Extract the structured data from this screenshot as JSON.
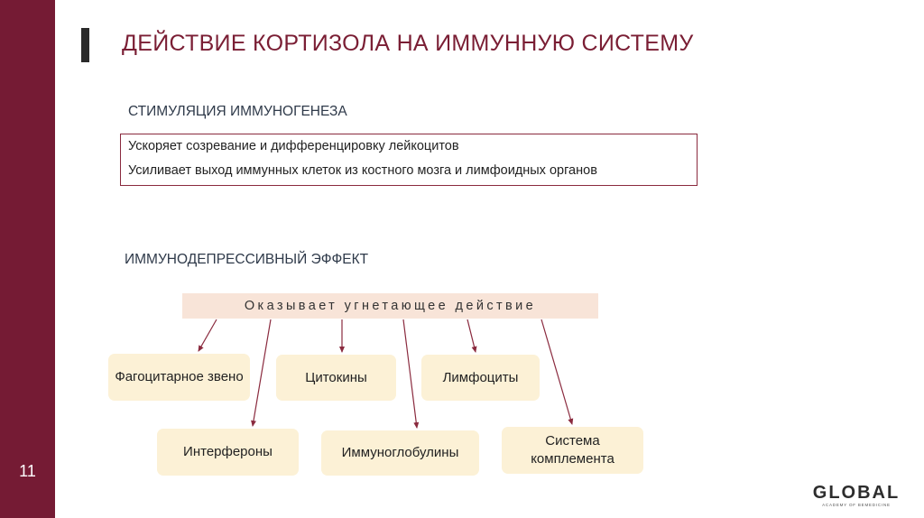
{
  "slide": {
    "title": "ДЕЙСТВИЕ КОРТИЗОЛА НА ИММУННУЮ СИСТЕМУ",
    "number": "11"
  },
  "stimulation": {
    "heading": "СТИМУЛЯЦИЯ ИММУНОГЕНЕЗА",
    "items": [
      "Ускоряет созревание и дифференцировку лейкоцитов",
      "Усиливает выход иммунных клеток из костного мозга и лимфоидных органов"
    ]
  },
  "immunodepressive": {
    "heading": "ИММУНОДЕПРЕССИВНЫЙ ЭФФЕКТ",
    "banner": "Оказывает угнетающее действие",
    "targets": [
      "Фагоцитарное звено",
      "Цитокины",
      "Лимфоциты",
      "Интерфероны",
      "Иммуноглобулины",
      "Система комплемента"
    ]
  },
  "logo": {
    "name": "GLOBAL",
    "tagline": "ACADEMY OF BEMEDICINE"
  },
  "colors": {
    "sidebar": "#751b34",
    "title": "#7a1e34",
    "banner": "#f8e4d8",
    "box": "#fcf1d6",
    "arrow": "#8a2a3e"
  }
}
